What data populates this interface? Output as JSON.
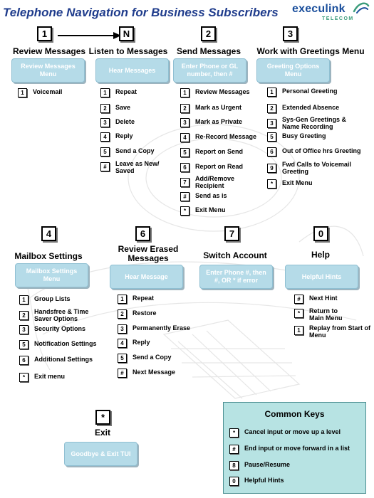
{
  "title": "Telephone Navigation for Business Subscribers",
  "logo": {
    "name": "execulink",
    "sub": "TELECOM"
  },
  "sections": [
    {
      "id": "review",
      "key": "1",
      "heading": "Review Messages",
      "menu": "Review Messages Menu",
      "options": [
        {
          "key": "1",
          "label": "Voicemail"
        }
      ]
    },
    {
      "id": "listen",
      "key": "N",
      "heading": "Listen to Messages",
      "menu": "Hear Messages",
      "options": [
        {
          "key": "1",
          "label": "Repeat"
        },
        {
          "key": "2",
          "label": "Save"
        },
        {
          "key": "3",
          "label": "Delete"
        },
        {
          "key": "4",
          "label": "Reply"
        },
        {
          "key": "5",
          "label": "Send a Copy"
        },
        {
          "key": "#",
          "label": "Leave as New/ Saved"
        }
      ]
    },
    {
      "id": "send",
      "key": "2",
      "heading": "Send Messages",
      "menu": "Enter Phone or GL number, then #",
      "options": [
        {
          "key": "1",
          "label": "Review Messages"
        },
        {
          "key": "2",
          "label": "Mark as Urgent"
        },
        {
          "key": "3",
          "label": "Mark as Private"
        },
        {
          "key": "4",
          "label": "Re-Record Message"
        },
        {
          "key": "5",
          "label": "Report on Send"
        },
        {
          "key": "6",
          "label": "Report on Read"
        },
        {
          "key": "7",
          "label": "Add/Remove Recipient"
        },
        {
          "key": "#",
          "label": "Send as is"
        },
        {
          "key": "*",
          "label": "Exit Menu"
        }
      ]
    },
    {
      "id": "greetings",
      "key": "3",
      "heading": "Work with Greetings Menu",
      "menu": "Greeting Options Menu",
      "options": [
        {
          "key": "1",
          "label": "Personal Greeting"
        },
        {
          "key": "2",
          "label": "Extended Absence"
        },
        {
          "key": "3",
          "label": "Sys-Gen Greetings & Name Recording"
        },
        {
          "key": "5",
          "label": "Busy Greeting"
        },
        {
          "key": "6",
          "label": "Out of Office hrs Greeting"
        },
        {
          "key": "9",
          "label": "Fwd Calls to Voicemail Greeting"
        },
        {
          "key": "*",
          "label": "Exit Menu"
        }
      ]
    },
    {
      "id": "mailbox",
      "key": "4",
      "heading": "Mailbox Settings",
      "menu": "Mailbox Settings Menu",
      "options": [
        {
          "key": "1",
          "label": "Group Lists"
        },
        {
          "key": "2",
          "label": "Handsfree & Time Saver Options"
        },
        {
          "key": "3",
          "label": "Security Options"
        },
        {
          "key": "5",
          "label": "Notification Settings"
        },
        {
          "key": "6",
          "label": "Additional Settings"
        },
        {
          "key": "*",
          "label": "Exit menu"
        }
      ]
    },
    {
      "id": "erased",
      "key": "6",
      "heading": "Review Erased Messages",
      "menu": "Hear Message",
      "options": [
        {
          "key": "1",
          "label": "Repeat"
        },
        {
          "key": "2",
          "label": "Restore"
        },
        {
          "key": "3",
          "label": "Permanently Erase"
        },
        {
          "key": "4",
          "label": "Reply"
        },
        {
          "key": "5",
          "label": "Send a Copy"
        },
        {
          "key": "#",
          "label": "Next Message"
        }
      ]
    },
    {
      "id": "switch",
      "key": "7",
      "heading": "Switch Account",
      "menu": "Enter Phone #, then #, OR * if error",
      "options": []
    },
    {
      "id": "help",
      "key": "0",
      "heading": "Help",
      "menu": "Helpful Hints",
      "options": [
        {
          "key": "#",
          "label": "Next Hint"
        },
        {
          "key": "*",
          "label": "Return to Main Menu"
        },
        {
          "key": "1",
          "label": "Replay from Start of Menu"
        }
      ]
    },
    {
      "id": "exit",
      "key": "*",
      "heading": "Exit",
      "menu": "Goodbye & Exit TUI",
      "options": []
    }
  ],
  "common_keys": {
    "title": "Common Keys",
    "items": [
      {
        "key": "*",
        "label": "Cancel input or move up a level"
      },
      {
        "key": "#",
        "label": "End input or move forward in a list"
      },
      {
        "key": "8",
        "label": "Pause/Resume"
      },
      {
        "key": "0",
        "label": "Helpful Hints"
      }
    ]
  },
  "colors": {
    "title": "#1f3c8c",
    "menu_button": "#b5dbe8",
    "common_panel": "#b7e3e3",
    "logo": "#1b4f9c"
  }
}
